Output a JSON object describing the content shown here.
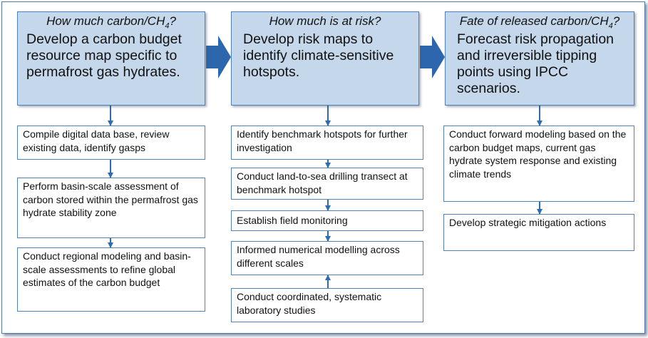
{
  "columns": [
    {
      "question_pre": "How much carbon/CH",
      "question_sub": "4",
      "question_post": "?",
      "header": "Develop a carbon budget resource map specific to permafrost gas hydrates.",
      "steps": [
        "Compile digital data base, review existing data, identify gasps",
        "Perform basin-scale assessment of carbon stored within the permafrost gas hydrate stability zone",
        "Conduct regional modeling and basin-scale assessments to refine global estimates of the carbon budget"
      ]
    },
    {
      "question": "How much is at risk?",
      "header": "Develop risk maps to identify climate-sensitive hotspots.",
      "steps": [
        "Identify benchmark hotspots for further investigation",
        "Conduct land-to-sea drilling transect at benchmark hotspot",
        "Establish field monitoring",
        "Informed numerical modelling across different scales",
        "Conduct coordinated, systematic laboratory studies"
      ]
    },
    {
      "question_pre": "Fate of released carbon/CH",
      "question_sub": "4",
      "question_post": "?",
      "header": "Forecast risk propagation and irreversible tipping points using IPCC scenarios.",
      "steps": [
        "Conduct forward modeling based on the carbon budget maps, current gas hydrate system response and existing climate trends",
        "Develop strategic mitigation actions"
      ]
    }
  ],
  "colors": {
    "header_fill": "#c5d7ea",
    "accent_blue": "#2f6db3",
    "border": "#4f81bd"
  }
}
